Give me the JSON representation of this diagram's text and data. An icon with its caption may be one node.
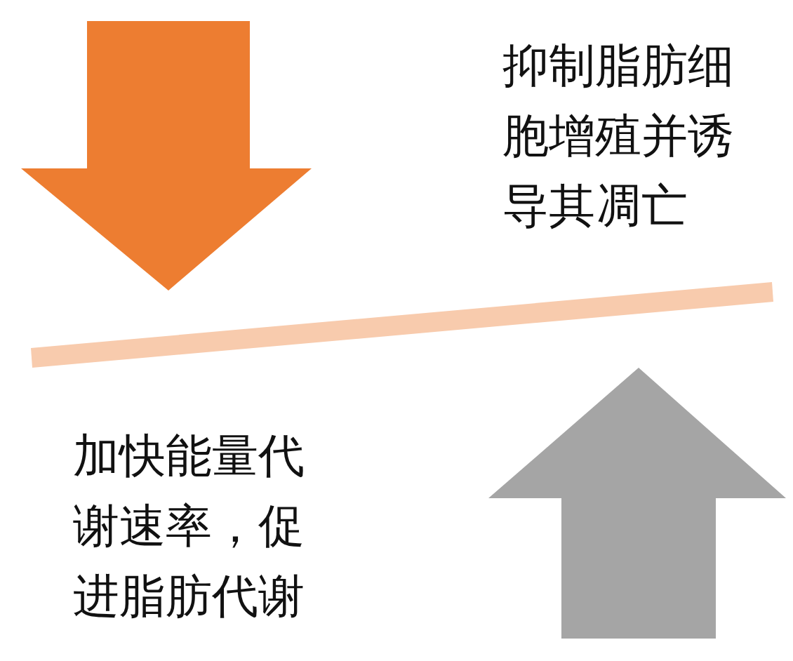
{
  "diagram": {
    "nodes": [
      {
        "text": [],
        "shape": "bar"
      }
    ],
    "labels": [
      "抑制脂肪细胞增殖并诱导其凋亡",
      "加快能量代谢速率，促进脂肪代谢"
    ]
  }
}
